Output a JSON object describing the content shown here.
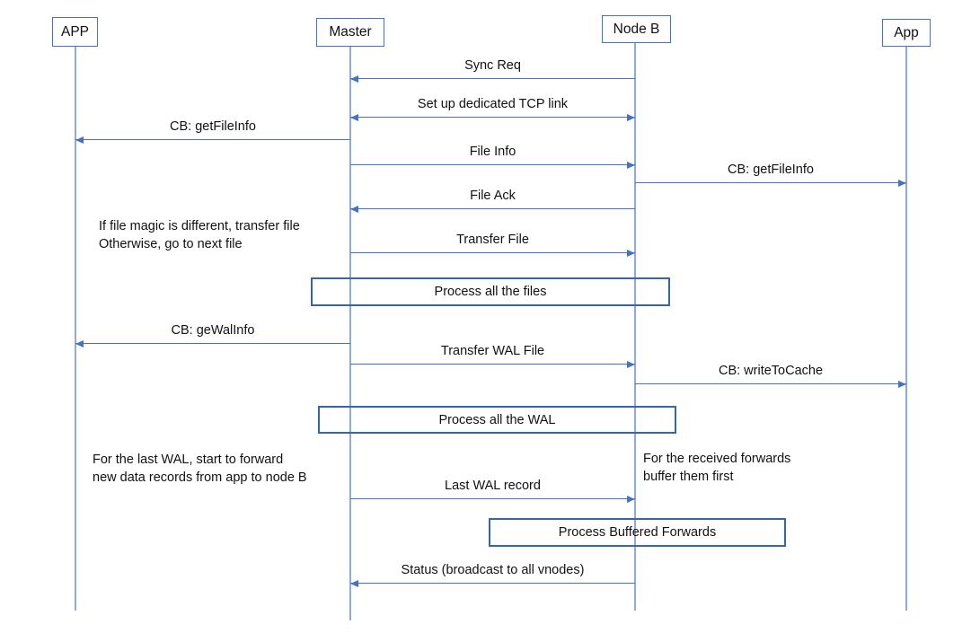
{
  "participants": [
    {
      "label": "APP"
    },
    {
      "label": "Master"
    },
    {
      "label": "Node B"
    },
    {
      "label": "App"
    }
  ],
  "messages": [
    {
      "label": "Sync Req",
      "from": "Node B",
      "to": "Master",
      "direction": "left"
    },
    {
      "label": "Set up dedicated TCP link",
      "from": "Master",
      "to": "Node B",
      "direction": "both"
    },
    {
      "label": "CB: getFileInfo",
      "from": "Master",
      "to": "APP",
      "direction": "left"
    },
    {
      "label": "File Info",
      "from": "Master",
      "to": "Node B",
      "direction": "right"
    },
    {
      "label": "CB: getFileInfo",
      "from": "Node B",
      "to": "App",
      "direction": "right"
    },
    {
      "label": "File Ack",
      "from": "Node B",
      "to": "Master",
      "direction": "left"
    },
    {
      "label": "Transfer File",
      "from": "Master",
      "to": "Node B",
      "direction": "right"
    },
    {
      "label": "CB: geWalInfo",
      "from": "Master",
      "to": "APP",
      "direction": "left"
    },
    {
      "label": "Transfer WAL File",
      "from": "Master",
      "to": "Node B",
      "direction": "right"
    },
    {
      "label": "CB: writeToCache",
      "from": "Node B",
      "to": "App",
      "direction": "right"
    },
    {
      "label": "Last WAL record",
      "from": "Master",
      "to": "Node B",
      "direction": "right"
    },
    {
      "label": "Status (broadcast to all vnodes)",
      "from": "Node B",
      "to": "Master",
      "direction": "left"
    }
  ],
  "process_boxes": [
    {
      "label": "Process all the files"
    },
    {
      "label": "Process all the WAL"
    },
    {
      "label": "Process Buffered Forwards"
    }
  ],
  "notes": [
    {
      "line1": "If file magic is different, transfer file",
      "line2": "Otherwise, go to next file"
    },
    {
      "line1": "For the last WAL, start to forward",
      "line2": "new data records from app to node B"
    },
    {
      "line1": "For the received forwards",
      "line2": "buffer them first"
    }
  ],
  "colors": {
    "arrow": "#4472C4",
    "lifeline": "#8FAADC",
    "box_border": "#4472C4",
    "process_border": "#3465AD",
    "text": "#111111"
  }
}
